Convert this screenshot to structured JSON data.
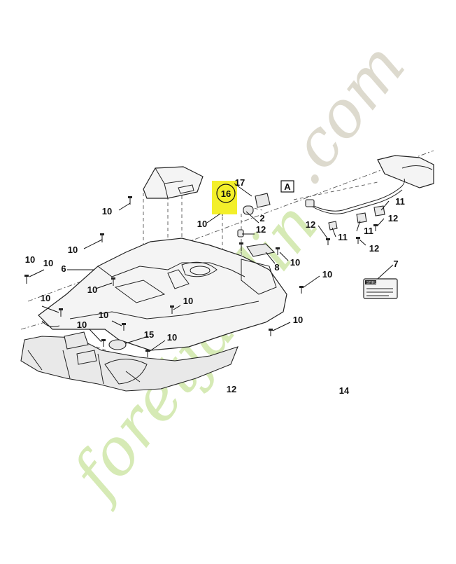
{
  "diagram": {
    "highlight_color": "#f3ef2a",
    "highlighted_callout": "16",
    "callouts": [
      {
        "id": "c-17",
        "label": "17"
      },
      {
        "id": "c-16",
        "label": "16"
      },
      {
        "id": "c-a",
        "label": "A"
      },
      {
        "id": "c-2",
        "label": "2"
      },
      {
        "id": "c-12a",
        "label": "12"
      },
      {
        "id": "c-10a",
        "label": "10"
      },
      {
        "id": "c-10b",
        "label": "10"
      },
      {
        "id": "c-11a",
        "label": "11"
      },
      {
        "id": "c-12b",
        "label": "12"
      },
      {
        "id": "c-12c",
        "label": "12"
      },
      {
        "id": "c-11b",
        "label": "11"
      },
      {
        "id": "c-11c",
        "label": "11"
      },
      {
        "id": "c-12d",
        "label": "12"
      },
      {
        "id": "c-10c",
        "label": "10"
      },
      {
        "id": "c-8",
        "label": "8"
      },
      {
        "id": "c-10d",
        "label": "10"
      },
      {
        "id": "c-10e",
        "label": "10"
      },
      {
        "id": "c-6",
        "label": "6"
      },
      {
        "id": "c-10f",
        "label": "10"
      },
      {
        "id": "c-10g",
        "label": "10"
      },
      {
        "id": "c-7",
        "label": "7"
      },
      {
        "id": "c-10h",
        "label": "10"
      },
      {
        "id": "c-10i",
        "label": "10"
      },
      {
        "id": "c-10j",
        "label": "10"
      },
      {
        "id": "c-10k",
        "label": "10"
      },
      {
        "id": "c-10l",
        "label": "10"
      },
      {
        "id": "c-15",
        "label": "15"
      },
      {
        "id": "c-10m",
        "label": "10"
      },
      {
        "id": "c-10n",
        "label": "10"
      },
      {
        "id": "c-12e",
        "label": "12"
      },
      {
        "id": "c-14",
        "label": "14"
      }
    ],
    "label_plate": {
      "brand": "STIHL"
    }
  },
  "watermark": {
    "text_main": "foretjardin",
    "text_suffix": ".com",
    "color_main": "#cfe7a9",
    "color_suffix": "#d8d4c6"
  }
}
